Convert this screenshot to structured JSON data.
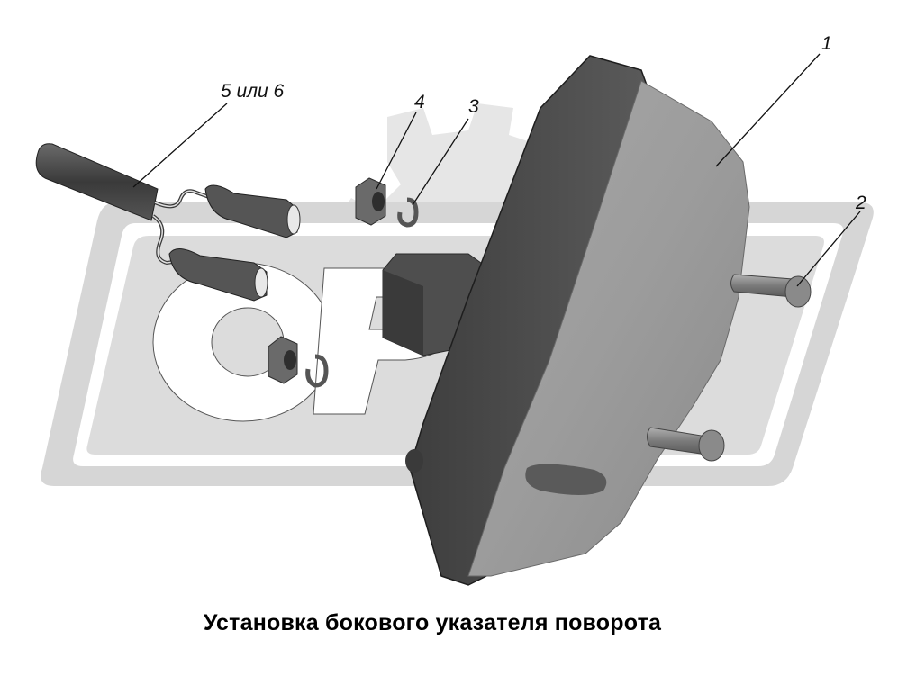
{
  "caption": "Установка бокового указателя поворота",
  "callouts": {
    "c1": "1",
    "c2": "2",
    "c3": "3",
    "c4": "4",
    "c5": "5 или 6"
  },
  "watermark": {
    "text_visible": "ОР",
    "color": "#d9d9d9"
  },
  "colors": {
    "part_dark": "#4a4a4a",
    "part_mid": "#7a7a7a",
    "lens": "#9a9a9a",
    "leader": "#111111"
  }
}
